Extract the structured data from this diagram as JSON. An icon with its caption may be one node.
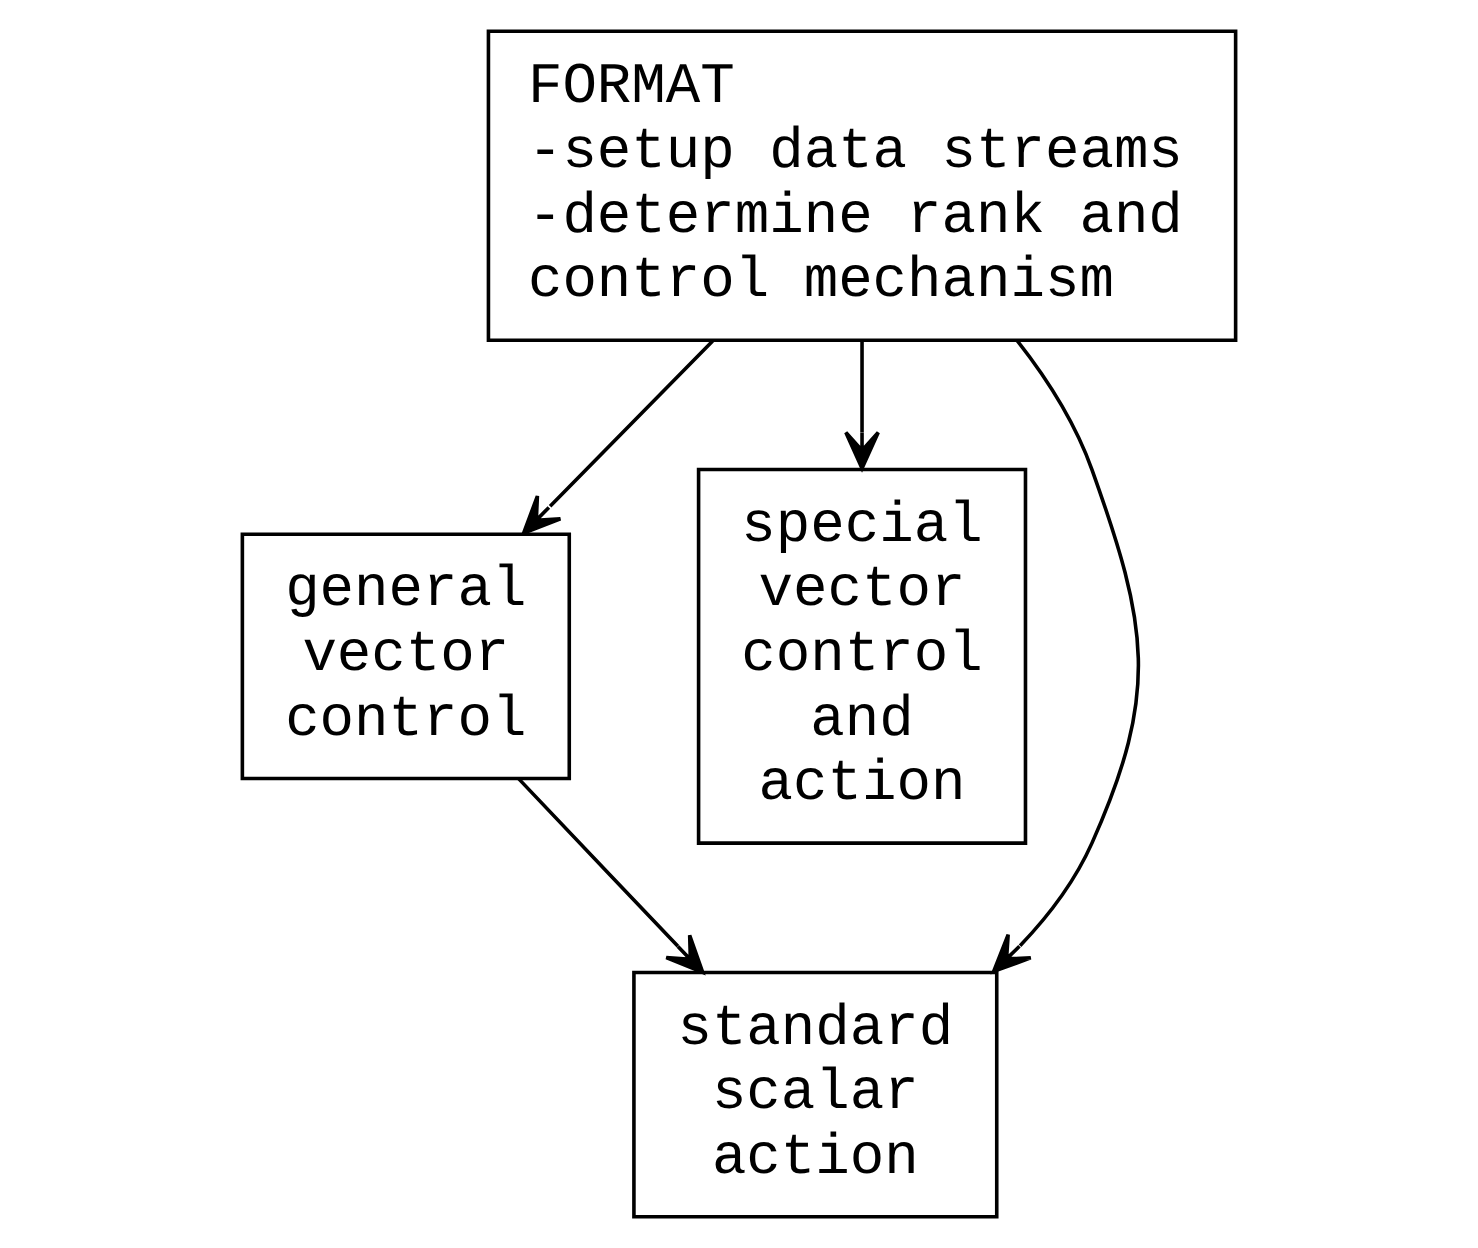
{
  "diagram": {
    "nodes": [
      {
        "text": [
          "FORMAT",
          "-setup data streams",
          "-determine rank and control mechanism"
        ]
      },
      {
        "text": [
          "general vector control"
        ]
      },
      {
        "text": [
          "special vector control and action"
        ]
      },
      {
        "text": [
          "standard scalar action"
        ]
      }
    ],
    "edges": [
      {
        "from": 0,
        "to": 3,
        "arrow": "to"
      },
      {
        "from": 0,
        "to": 1,
        "arrow": "to"
      },
      {
        "from": 0,
        "to": 2,
        "arrow": "to"
      },
      {
        "from": 1,
        "to": 3,
        "arrow": "to"
      }
    ]
  }
}
